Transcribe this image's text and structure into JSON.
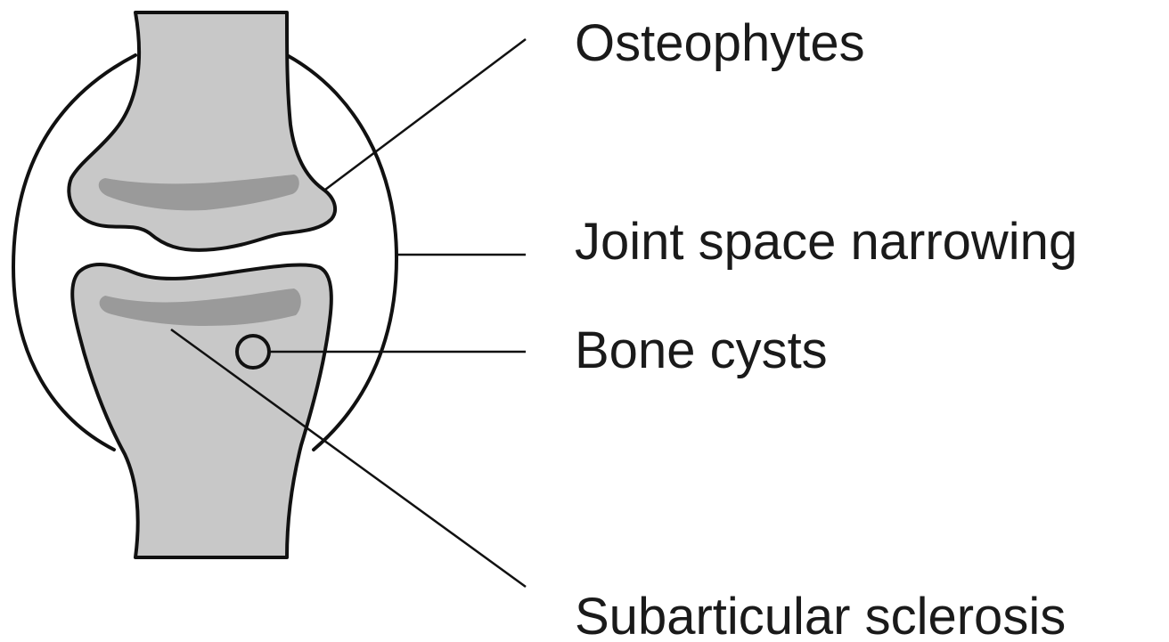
{
  "labels": {
    "osteophytes": "Osteophytes",
    "joint_space_narrowing": "Joint space narrowing",
    "bone_cysts": "Bone cysts",
    "subarticular_sclerosis": "Subarticular sclerosis"
  },
  "colors": {
    "bone_fill": "#c8c8c8",
    "sclerosis_band": "#9a9a9a",
    "outline": "#111111",
    "background": "#ffffff"
  }
}
